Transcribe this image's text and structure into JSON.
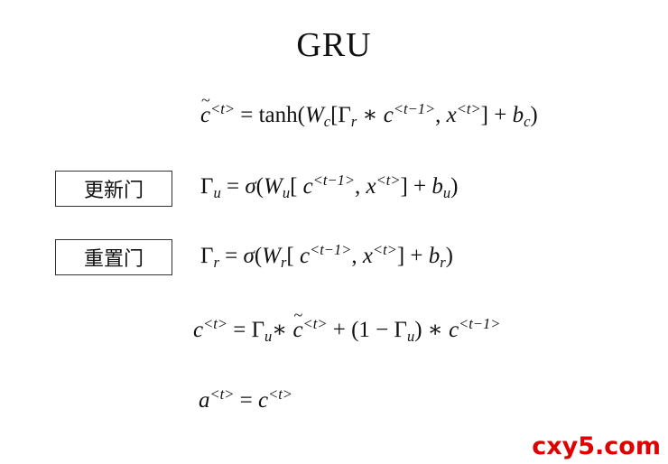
{
  "title": "GRU",
  "gates": {
    "update_label": "更新门",
    "reset_label": "重置门"
  },
  "equations": {
    "candidate": {
      "lhs_var": "c",
      "lhs_sup": "<t>",
      "rhs_a": " = tanh(",
      "W": "W",
      "W_sub": "c",
      "bracket_open": "[Γ",
      "gamma_sub": "r",
      "mult": " ∗ ",
      "c": "c",
      "c_sup": "<t−1>",
      "comma": ", ",
      "x": "x",
      "x_sup": "<t>",
      "close_plus": "] + ",
      "b": "b",
      "b_sub": "c",
      "end": ")"
    },
    "update": {
      "gamma": "Γ",
      "gamma_sub": "u",
      "rhs_a": " = ",
      "sigma": "σ",
      "open": "(",
      "W": "W",
      "W_sub": "u",
      "bracket_open": "[ ",
      "c": "c",
      "c_sup": "<t−1>",
      "comma": ", ",
      "x": "x",
      "x_sup": "<t>",
      "close_plus": "] + ",
      "b": "b",
      "b_sub": "u",
      "end": ")"
    },
    "reset": {
      "gamma": "Γ",
      "gamma_sub": "r",
      "rhs_a": " = ",
      "sigma": "σ",
      "open": "(",
      "W": "W",
      "W_sub": "r",
      "bracket_open": "[ ",
      "c": "c",
      "c_sup": "<t−1>",
      "comma": ", ",
      "x": "x",
      "x_sup": "<t>",
      "close_plus": "] + ",
      "b": "b",
      "b_sub": "r",
      "end": ")"
    },
    "memory": {
      "c": "c",
      "c_sup": "<t>",
      "eq": " = Γ",
      "gamma_sub": "u",
      "mult1": "∗ ",
      "ct": "c",
      "ct_sup": "<t>",
      "plus": " + (1 − Γ",
      "gamma2_sub": "u",
      "close_mult": ") ∗ ",
      "c2": "c",
      "c2_sup": "<t−1>"
    },
    "activation": {
      "a": "a",
      "a_sup": "<t>",
      "eq": " = ",
      "c": "c",
      "c_sup": "<t>"
    }
  },
  "watermark": "cxy5.com"
}
